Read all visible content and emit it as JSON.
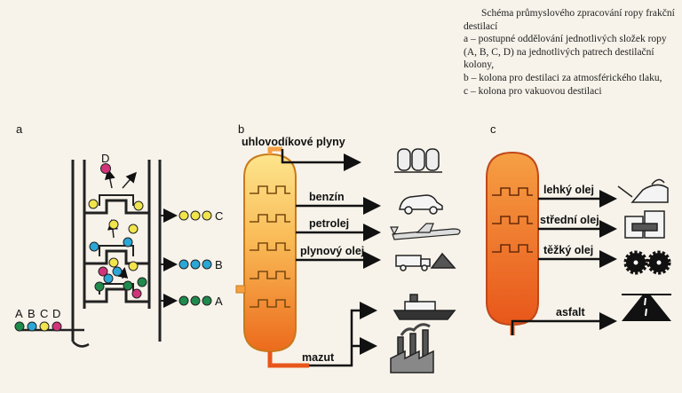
{
  "caption": {
    "title": "Schéma průmyslového zpracování ropy frakční destilací",
    "line_a": "a – postupné oddělování jednotlivých složek ropy (A, B, C, D) na jednotlivých patrech destilační kolony,",
    "line_b": "b – kolona pro destilaci za atmosférického tlaku,",
    "line_c": "c – kolona pro vakuovou destilaci"
  },
  "panel_a": {
    "label": "a",
    "top_component": "D",
    "outputs": [
      "C",
      "B",
      "A"
    ],
    "feed_letters": [
      "A",
      "B",
      "C",
      "D"
    ]
  },
  "panel_b": {
    "label": "b",
    "products": [
      "uhlovodíkové plyny",
      "benzín",
      "petrolej",
      "plynový olej",
      "mazut"
    ]
  },
  "panel_c": {
    "label": "c",
    "products": [
      "lehký olej",
      "střední olej",
      "těžký olej",
      "asfalt"
    ]
  },
  "colors": {
    "A": "#1f8a4c",
    "B": "#2aa7d6",
    "C": "#f1e44c",
    "D": "#d2347a",
    "column_top": "#fde48a",
    "column_bottom": "#ec6a1c"
  }
}
